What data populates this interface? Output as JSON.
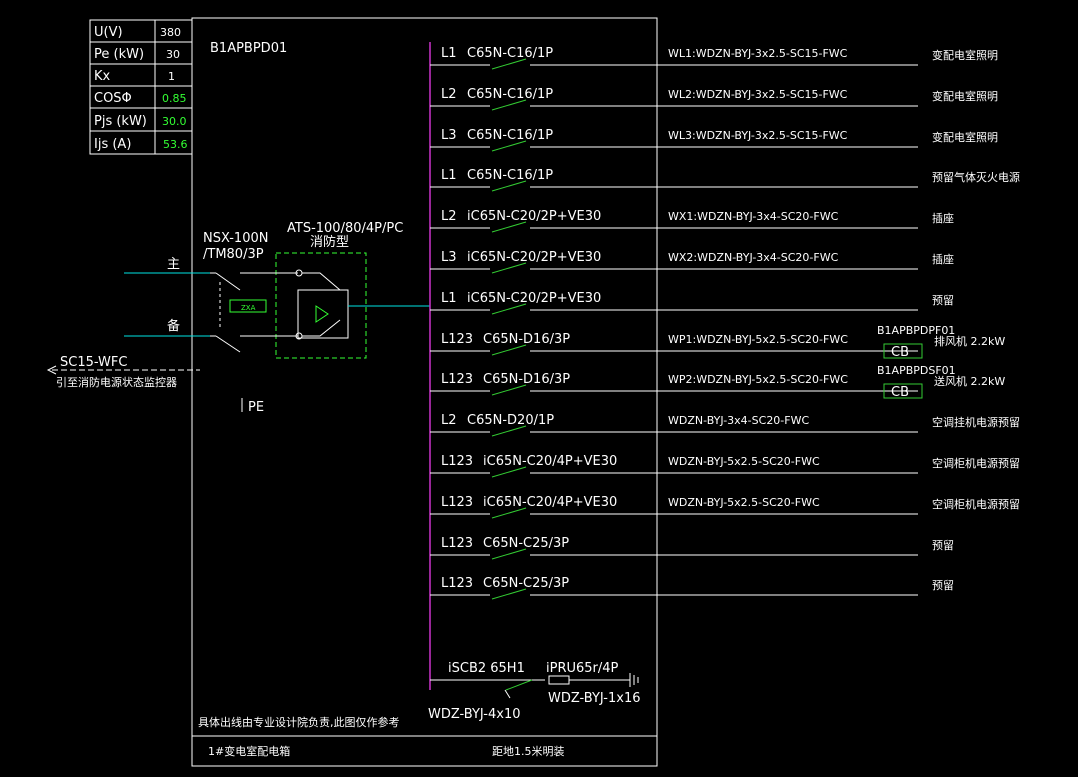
{
  "params": [
    {
      "label": "U(V)",
      "value": "380"
    },
    {
      "label": "Pe  (kW)",
      "value": "30"
    },
    {
      "label": "Kx",
      "value": "1"
    },
    {
      "label": "COSΦ",
      "value": "0.85"
    },
    {
      "label": "Pjs  (kW)",
      "value": "30.0"
    },
    {
      "label": "Ijs  (A)",
      "value": "53.6"
    }
  ],
  "panel_id": "B1APBPD01",
  "main_breaker": {
    "line1": "NSX-100N",
    "line2": "/TM80/3P"
  },
  "ats": {
    "line1": "ATS-100/80/4P/PC",
    "line2": "消防型"
  },
  "zhu": "主",
  "bei": "备",
  "zxa": "ZXA",
  "sc15": "SC15-WFC",
  "monitor": "引至消防电源状态监控器",
  "pe": "PE",
  "circuits": [
    {
      "phase": "L1",
      "breaker": "C65N-C16/1P",
      "cable": "WL1:WDZN-BYJ-3x2.5-SC15-FWC",
      "dest": "变配电室照明"
    },
    {
      "phase": "L2",
      "breaker": "C65N-C16/1P",
      "cable": "WL2:WDZN-BYJ-3x2.5-SC15-FWC",
      "dest": "变配电室照明"
    },
    {
      "phase": "L3",
      "breaker": "C65N-C16/1P",
      "cable": "WL3:WDZN-BYJ-3x2.5-SC15-FWC",
      "dest": "变配电室照明"
    },
    {
      "phase": "L1",
      "breaker": "C65N-C16/1P",
      "cable": "",
      "dest": "预留气体灭火电源"
    },
    {
      "phase": "L2",
      "breaker": "iC65N-C20/2P+VE30",
      "cable": "WX1:WDZN-BYJ-3x4-SC20-FWC",
      "dest": "插座"
    },
    {
      "phase": "L3",
      "breaker": "iC65N-C20/2P+VE30",
      "cable": "WX2:WDZN-BYJ-3x4-SC20-FWC",
      "dest": "插座"
    },
    {
      "phase": "L1",
      "breaker": "iC65N-C20/2P+VE30",
      "cable": "",
      "dest": "预留"
    },
    {
      "phase": "L123",
      "breaker": "C65N-D16/3P",
      "cable": "WP1:WDZN-BYJ-5x2.5-SC20-FWC",
      "dest": "排风机 2.2kW",
      "box_id": "B1APBPDPF01",
      "box": "CB"
    },
    {
      "phase": "L123",
      "breaker": "C65N-D16/3P",
      "cable": "WP2:WDZN-BYJ-5x2.5-SC20-FWC",
      "dest": "送风机 2.2kW",
      "box_id": "B1APBPDSF01",
      "box": "CB"
    },
    {
      "phase": "L2",
      "breaker": "C65N-D20/1P",
      "cable": "WDZN-BYJ-3x4-SC20-FWC",
      "dest": "空调挂机电源预留"
    },
    {
      "phase": "L123",
      "breaker": "iC65N-C20/4P+VE30",
      "cable": "WDZN-BYJ-5x2.5-SC20-FWC",
      "dest": "空调柜机电源预留"
    },
    {
      "phase": "L123",
      "breaker": "iC65N-C20/4P+VE30",
      "cable": "WDZN-BYJ-5x2.5-SC20-FWC",
      "dest": "空调柜机电源预留"
    },
    {
      "phase": "L123",
      "breaker": "C65N-C25/3P",
      "cable": "",
      "dest": "预留"
    },
    {
      "phase": "L123",
      "breaker": "C65N-C25/3P",
      "cable": "",
      "dest": "预留"
    }
  ],
  "spd": {
    "breaker": "iSCB2 65H1",
    "spd": "iPRU65r/4P",
    "cable1": "WDZ-BYJ-4x10",
    "cable2": "WDZ-BYJ-1x16"
  },
  "note": "具体出线由专业设计院负责,此图仅作参考",
  "footer_name": "1#变电室配电箱",
  "footer_install": "距地1.5米明装"
}
